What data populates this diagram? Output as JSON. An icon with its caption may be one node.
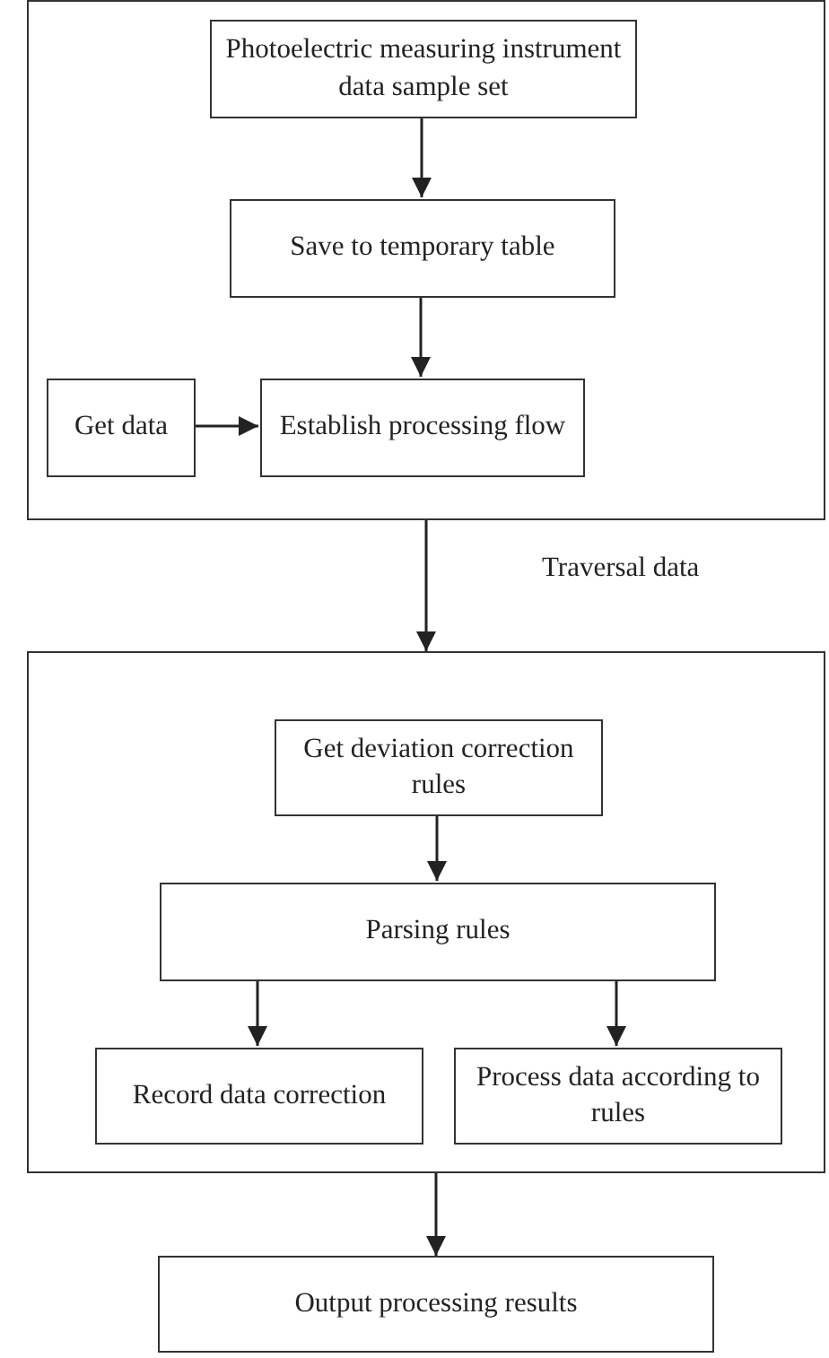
{
  "diagram": {
    "nodes": [
      {
        "text": [],
        "shape": "box"
      },
      {
        "text": [
          "Photoelectric measuring instrument data sample set"
        ],
        "in": 0
      },
      {
        "text": [
          "Save to temporary table"
        ],
        "in": 0
      },
      {
        "text": [
          "Get data"
        ],
        "in": 0
      },
      {
        "text": [
          "Establish processing flow"
        ],
        "in": 0
      },
      {
        "text": [],
        "shape": "box"
      },
      {
        "text": [
          "Get deviation correction rules"
        ],
        "in": 5
      },
      {
        "text": [
          "Parsing rules"
        ],
        "in": 5
      },
      {
        "text": [
          "Record data correction"
        ],
        "in": 5
      },
      {
        "text": [
          "Process data according to rules"
        ],
        "in": 5
      },
      {
        "text": [
          "Output processing results"
        ]
      }
    ],
    "edges": [
      {
        "from": 1,
        "to": 2,
        "arrow": "to"
      },
      {
        "from": 2,
        "to": 4,
        "arrow": "to"
      },
      {
        "from": 3,
        "to": 4,
        "arrow": "to"
      },
      {
        "from": 0,
        "to": 5,
        "arrow": "to",
        "label": "Traversal data"
      },
      {
        "from": 6,
        "to": 7,
        "arrow": "to"
      },
      {
        "from": 7,
        "to": 8,
        "arrow": "to"
      },
      {
        "from": 7,
        "to": 9,
        "arrow": "to"
      },
      {
        "from": 5,
        "to": 10,
        "arrow": "to"
      }
    ]
  }
}
